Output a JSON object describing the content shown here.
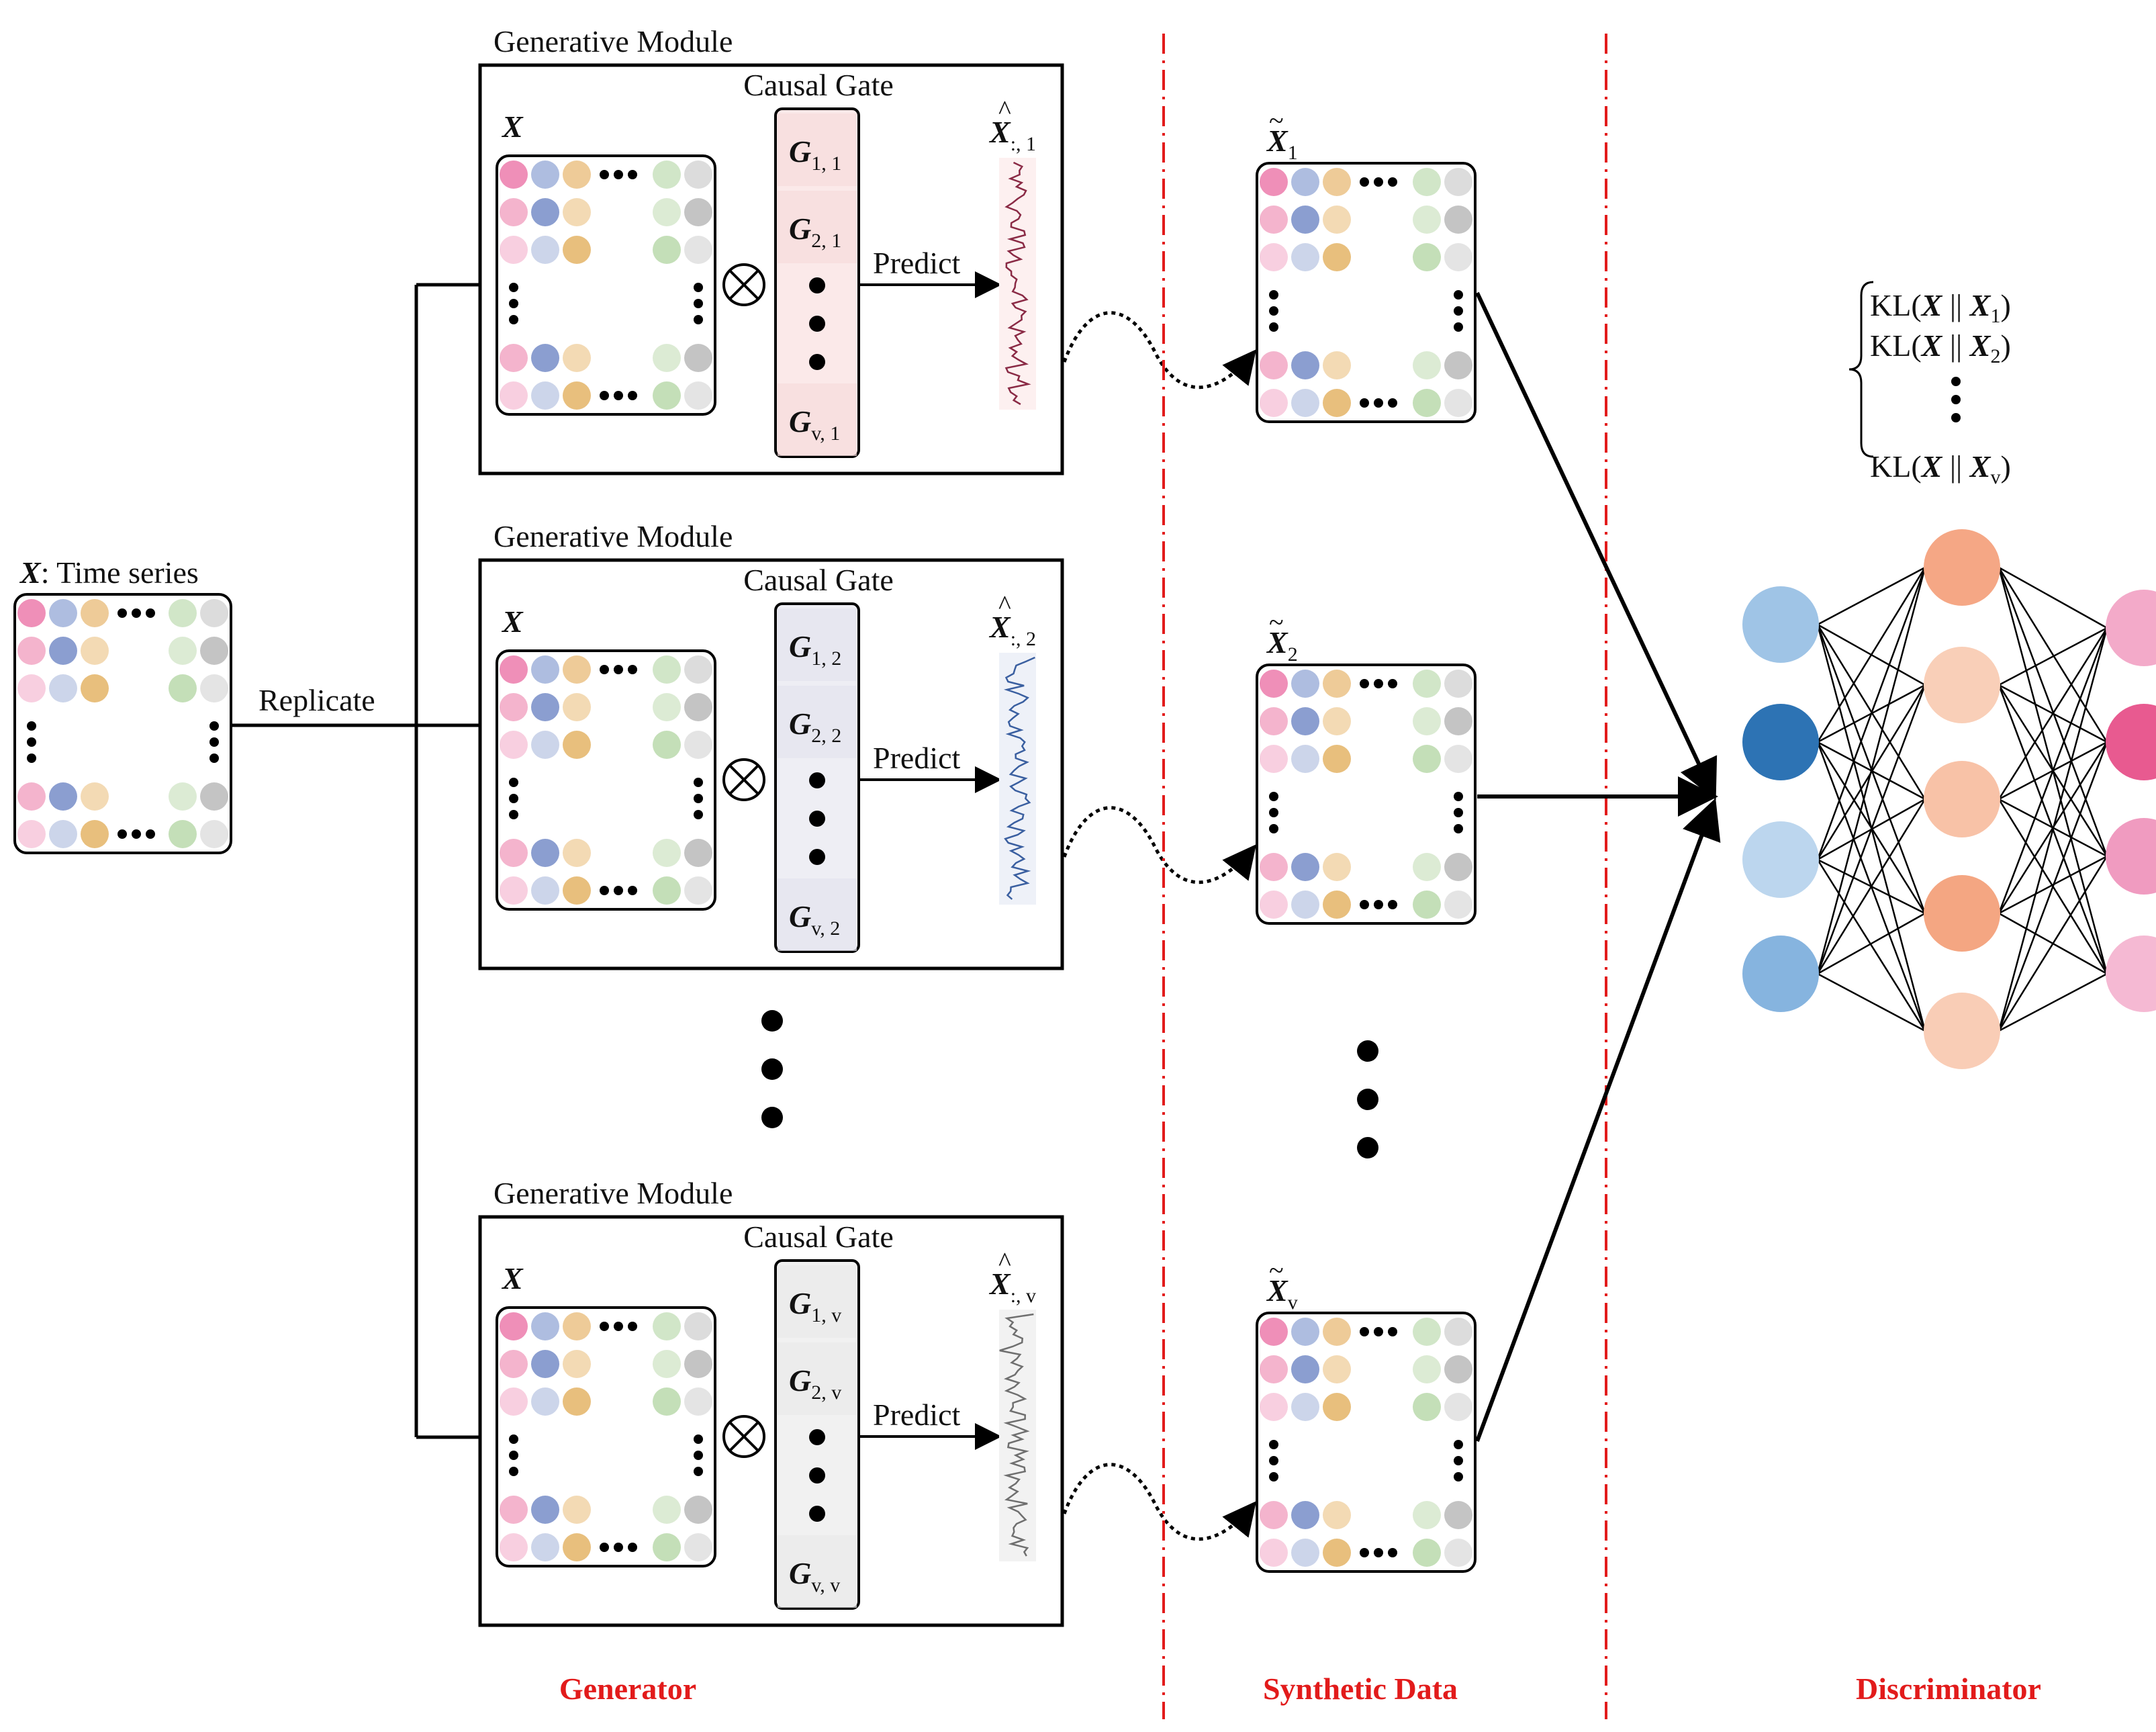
{
  "input": {
    "var": "X",
    "label": ": Time series"
  },
  "replicate_label": "Replicate",
  "modules": [
    {
      "title": "Generative Module",
      "gate_title": "Causal Gate",
      "x_label": "X",
      "predict_label": "Predict",
      "gate_sub": [
        "1, 1",
        "2, 1",
        "v, 1"
      ],
      "output_sub": ":, 1",
      "output_color": "#8a2a45"
    },
    {
      "title": "Generative Module",
      "gate_title": "Causal Gate",
      "x_label": "X",
      "predict_label": "Predict",
      "gate_sub": [
        "1, 2",
        "2, 2",
        "v, 2"
      ],
      "output_sub": ":, 2",
      "output_color": "#3a5fa0"
    },
    {
      "title": "Generative Module",
      "gate_title": "Causal Gate",
      "x_label": "X",
      "predict_label": "Predict",
      "gate_sub": [
        "1, v",
        "2, v",
        "v, v"
      ],
      "output_sub": ":, v",
      "output_color": "#6f6f6f"
    }
  ],
  "gate_symbol": "G",
  "output_symbol": "X",
  "synthetic": [
    {
      "sub": "1"
    },
    {
      "sub": "2"
    },
    {
      "sub": "v"
    }
  ],
  "kl_lines": [
    {
      "sub": "1"
    },
    {
      "sub": "2"
    },
    {
      "sub": "v"
    }
  ],
  "kl_prefix": "KL(",
  "sections": {
    "generator": "Generator",
    "synthetic": "Synthetic Data",
    "discriminator": "Discriminator"
  },
  "colors": {
    "section_text": "#e21b1b",
    "divider": "#e21b1b",
    "grid_columns": [
      [
        "#ef8fb8",
        "#f4b4cd",
        "#f8cfe0"
      ],
      [
        "#aebde0",
        "#8b9ed0",
        "#ccd5ea"
      ],
      [
        "#eecb98",
        "#f3dab4",
        "#e8bf7d"
      ],
      [
        "#d1e6c8",
        "#dcebd4",
        "#c4dfb8"
      ],
      [
        "#dcdcdc",
        "#c4c4c4",
        "#e4e4e4"
      ]
    ],
    "nn_input": [
      "#9fc4e6",
      "#2d73b4",
      "#bcd6ee",
      "#86b4df"
    ],
    "nn_hidden": [
      "#f5a785",
      "#f9cfb8",
      "#f8c2a7",
      "#f4a682",
      "#f9cdb6"
    ],
    "nn_output": [
      "#f3aac9",
      "#e85a90",
      "#f09bc0",
      "#f5b9d3"
    ]
  }
}
